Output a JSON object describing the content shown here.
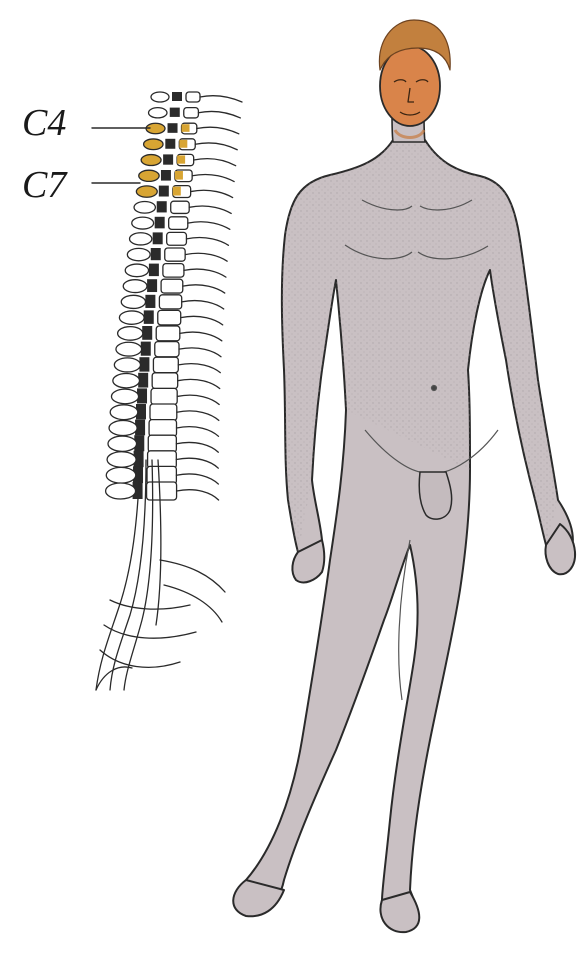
{
  "labels": {
    "c4": "C4",
    "c7": "C7"
  },
  "colors": {
    "background": "#ffffff",
    "skin_body": "#c9c0c3",
    "skin_head": "#d9844a",
    "hair": "#c2803e",
    "outline": "#2a2a2a",
    "spine_cord": "#2b2b2b",
    "highlighted_levels": "#d8a533"
  },
  "highlighted_range": [
    "C4",
    "C7"
  ]
}
